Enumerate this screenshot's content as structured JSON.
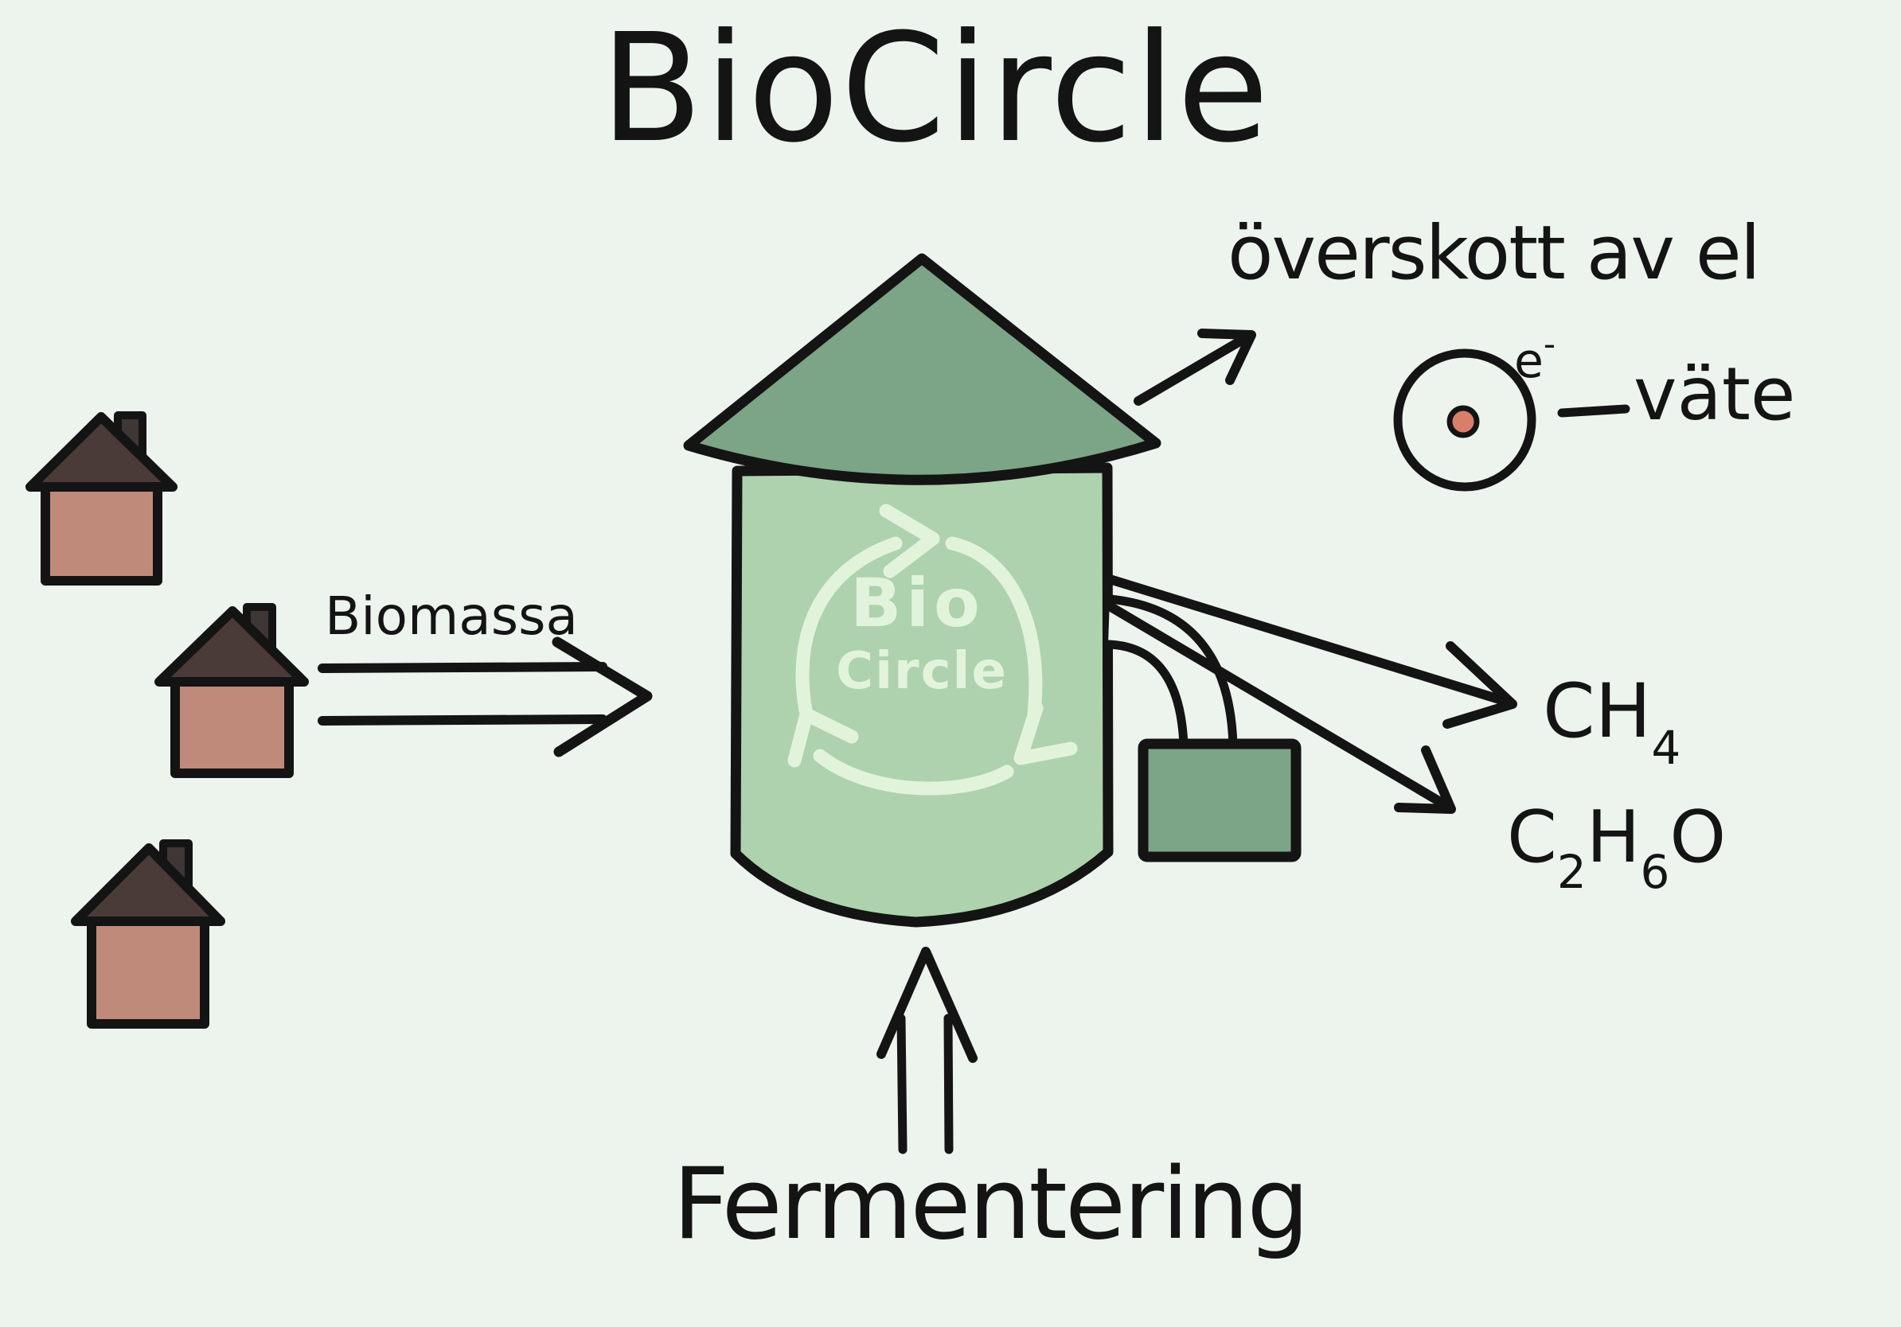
{
  "title": "BioCircle",
  "colors": {
    "background": "#edf3ed",
    "outline": "#141414",
    "silo_roof": "#7ca486",
    "silo_body": "#aed2ae",
    "silo_logo": "#e2f3dc",
    "machine_box": "#7ca486",
    "house_wall": "#c08a7a",
    "house_roof": "#4a3a38",
    "house_chimney": "#3f3636",
    "nucleus": "#d87f6b"
  },
  "logo": {
    "line1": "Bio",
    "line2": "Circle"
  },
  "flow": {
    "input_label": "Biomassa",
    "process_label": "Fermentering",
    "electricity_label": "överskott av el",
    "hydrogen_label": "väte",
    "electron": {
      "base": "e",
      "superscript": "-"
    },
    "methane": {
      "formula": "CH",
      "subscript": "4"
    },
    "ethanol": {
      "c": "C",
      "c_sub": "2",
      "h": "H",
      "h_sub": "6",
      "o": "O"
    }
  }
}
